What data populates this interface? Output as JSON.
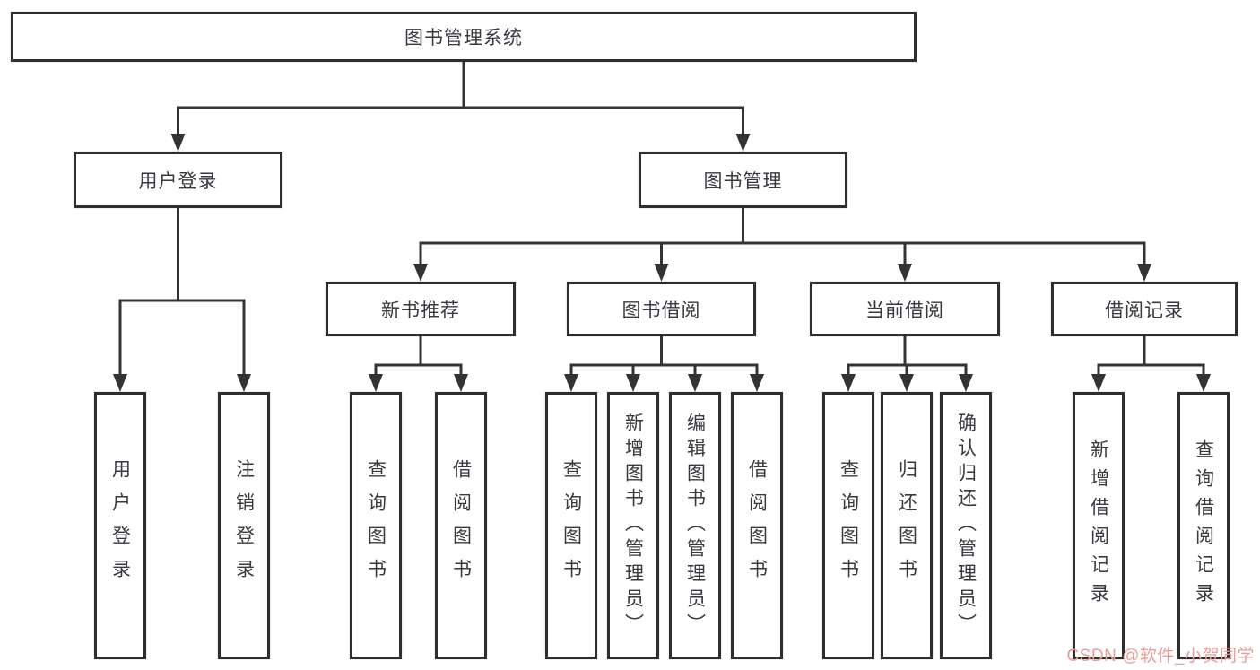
{
  "diagram": {
    "background": "#ffffff",
    "line_color": "#333333",
    "text_color": "#39393f",
    "watermark": {
      "text": "CSDN @软件_小贺同学",
      "color": "#ec9d9a"
    },
    "tree": {
      "label": "图书管理系统",
      "children": [
        {
          "label": "用户登录",
          "children": [
            {
              "label": "用户登录"
            },
            {
              "label": "注销登录"
            }
          ]
        },
        {
          "label": "图书管理",
          "children": [
            {
              "label": "新书推荐",
              "children": [
                {
                  "label": "查询图书"
                },
                {
                  "label": "借阅图书"
                }
              ]
            },
            {
              "label": "图书借阅",
              "children": [
                {
                  "label": "查询图书"
                },
                {
                  "label": "新增图书（管理员）"
                },
                {
                  "label": "编辑图书（管理员）"
                },
                {
                  "label": "借阅图书"
                }
              ]
            },
            {
              "label": "当前借阅",
              "children": [
                {
                  "label": "查询图书"
                },
                {
                  "label": "归还图书"
                },
                {
                  "label": "确认归还（管理员）"
                }
              ]
            },
            {
              "label": "借阅记录",
              "children": [
                {
                  "label": "新增借阅记录"
                },
                {
                  "label": "查询借阅记录"
                }
              ]
            }
          ]
        }
      ]
    }
  }
}
